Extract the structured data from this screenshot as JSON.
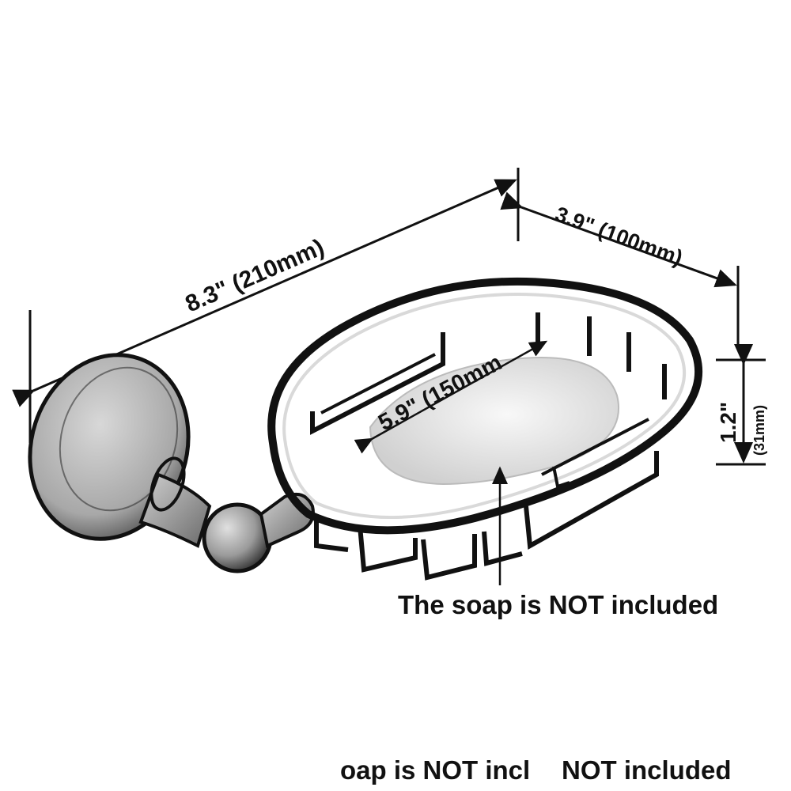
{
  "dimensions": {
    "length": "8.3\" (210mm)",
    "depth": "3.9\" (100mm)",
    "basket_length": "5.9\" (150mm",
    "height_in": "1.2\"",
    "height_mm": "(31mm)"
  },
  "notes": {
    "main": "The soap is NOT included",
    "cropped_left": "oap is NOT incl",
    "cropped_right": "NOT included"
  },
  "colors": {
    "ink": "#111111",
    "metal_light": "#c9c9c9",
    "metal_dark": "#5a5a5a",
    "soap": "#e6e6e6"
  }
}
